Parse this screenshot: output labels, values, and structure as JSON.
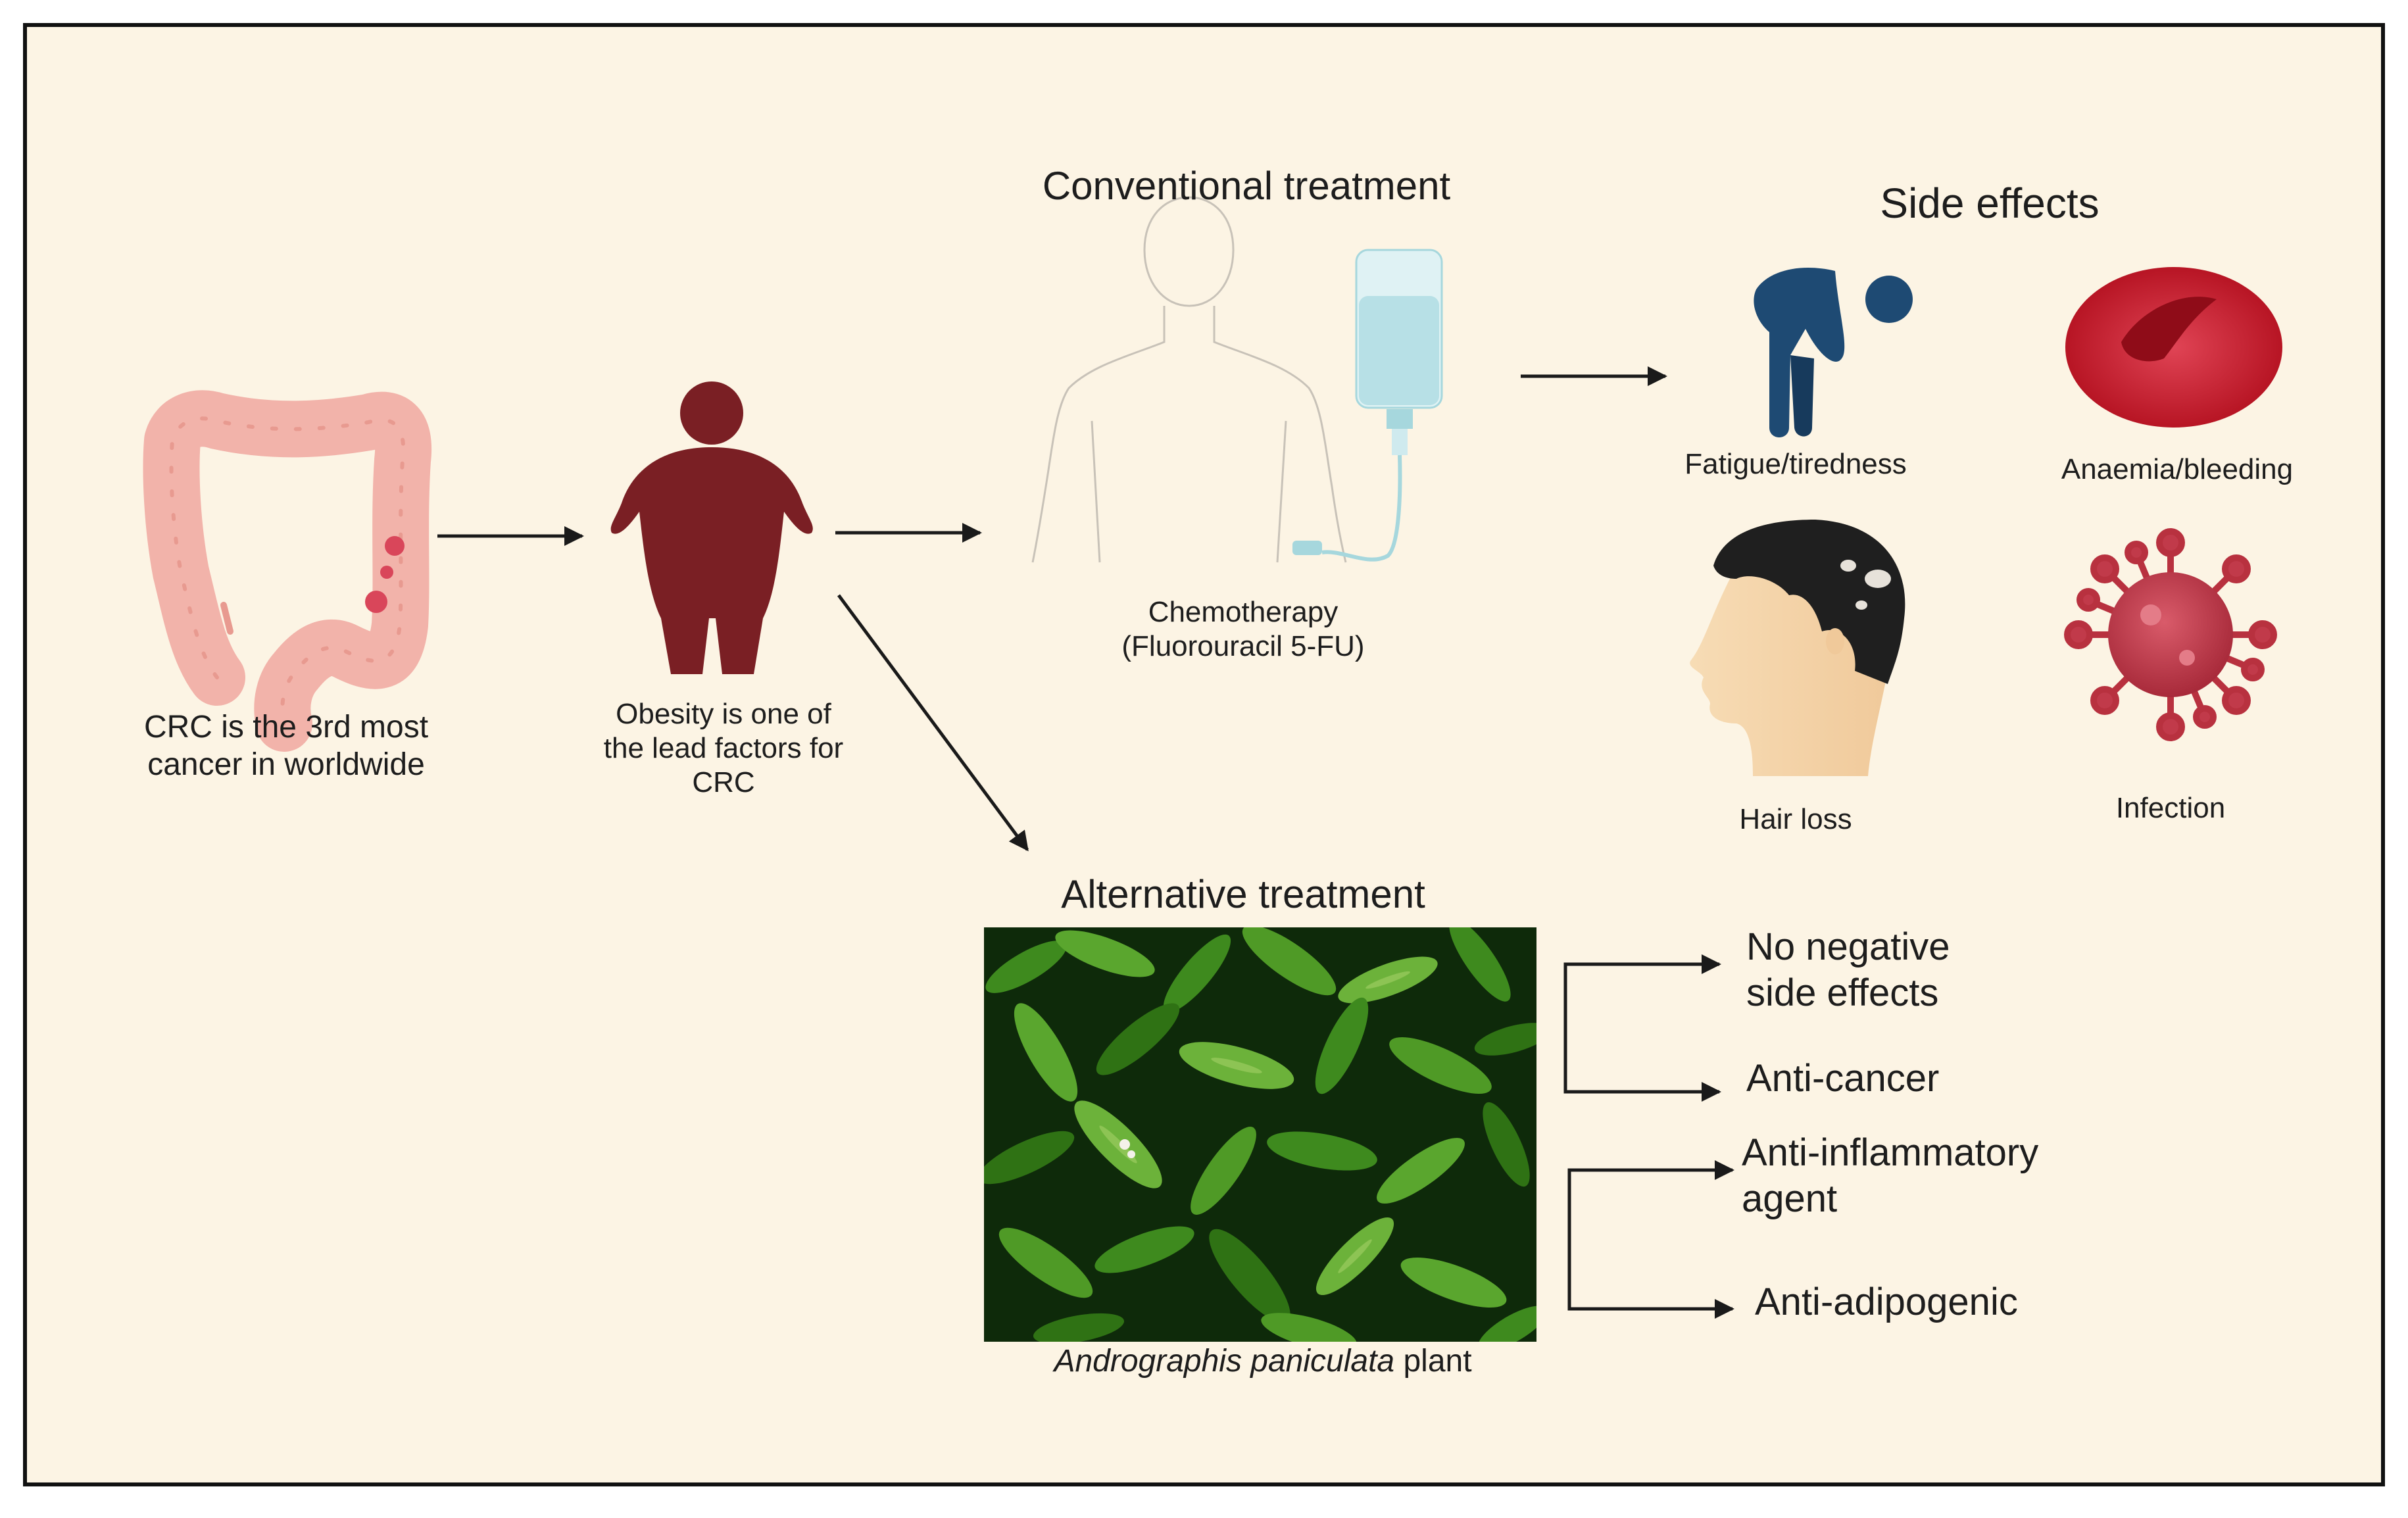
{
  "crc": {
    "line1": "CRC is the 3rd most",
    "line2": "cancer in worldwide"
  },
  "obesity": {
    "line1": "Obesity is one of",
    "line2": "the lead factors for",
    "line3": "CRC"
  },
  "conventional": {
    "title": "Conventional treatment",
    "line1": "Chemotherapy",
    "line2": "(Fluorouracil 5-FU)"
  },
  "side_effects": {
    "title": "Side effects",
    "fatigue": "Fatigue/tiredness",
    "anaemia": "Anaemia/bleeding",
    "hair": "Hair loss",
    "infection": "Infection"
  },
  "alternative": {
    "title": "Alternative treatment",
    "species": "Andrographis paniculata",
    "plant": " plant"
  },
  "benefits": {
    "b1_line1": "No negative",
    "b1_line2": "side effects",
    "b2": "Anti-cancer",
    "b3_line1": "Anti-inflammatory",
    "b3_line2": "agent",
    "b4": "Anti-adipogenic"
  },
  "colors": {
    "background": "#fcf4e4",
    "colon": "#f2b3aa",
    "obesity_figure": "#7a1f24",
    "fatigue_figure": "#1e4a73",
    "blood_cell": "#c9202e",
    "virus": "#c13a4a",
    "iv_fluid": "#b7e0e6",
    "plant_leaf": "#3e8a1e"
  },
  "icons": [
    "colon-icon",
    "obese-person-icon",
    "patient-outline-icon",
    "iv-bag-icon",
    "fatigue-icon",
    "red-blood-cell-icon",
    "hair-loss-head-icon",
    "virus-icon",
    "plant-photo"
  ]
}
